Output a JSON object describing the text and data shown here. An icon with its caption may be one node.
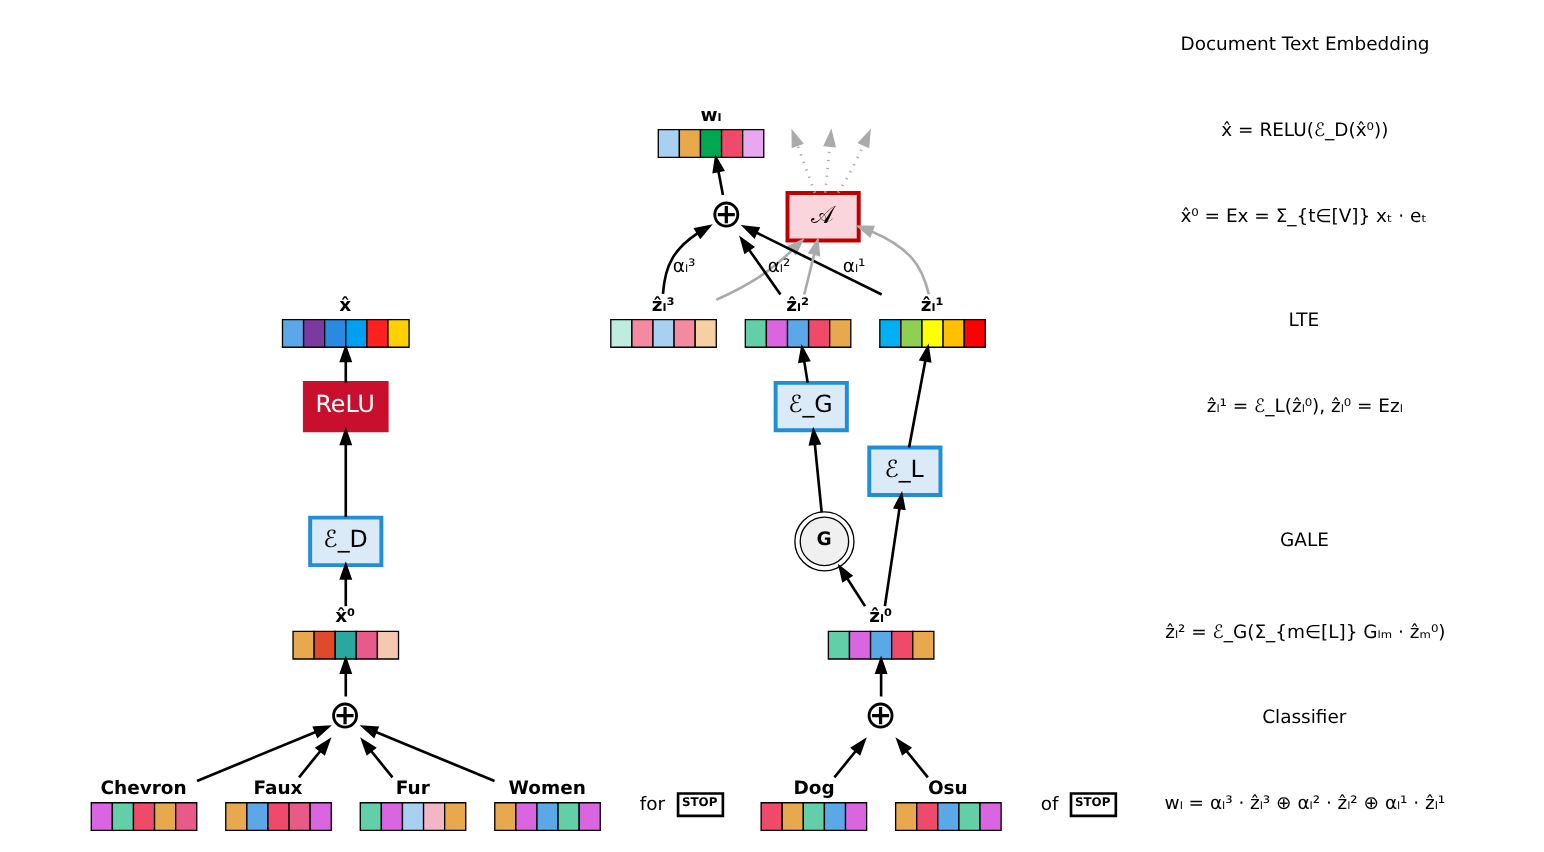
{
  "diagram": {
    "nodes": [
      {
        "text": [
          "Chevron"
        ]
      },
      {
        "text": [
          "Faux"
        ]
      },
      {
        "text": [
          "Fur"
        ]
      },
      {
        "text": [
          "STOP"
        ],
        "beside": [
          "for"
        ]
      },
      {
        "text": [
          "Women"
        ]
      },
      {
        "text": [
          "⊕"
        ]
      },
      {
        "text": [
          "x̂⁰"
        ]
      },
      {
        "text": [
          "ℰ_D"
        ]
      },
      {
        "text": [
          "ReLU"
        ]
      },
      {
        "text": [
          "x̂"
        ]
      },
      {
        "text": [
          "𝒜"
        ]
      },
      {
        "text": [
          "⊕"
        ]
      },
      {
        "text": [
          "wₗ"
        ]
      },
      {
        "text": [
          "ẑₗ³"
        ]
      },
      {
        "text": [
          "ẑₗ¹"
        ]
      },
      {
        "text": [
          "ẑₗ²"
        ]
      },
      {
        "text": [
          "ℰ_L"
        ]
      },
      {
        "text": [
          "ℰ_G"
        ]
      },
      {
        "text": [
          "Dog"
        ]
      },
      {
        "text": [
          "STOP"
        ],
        "beside": [
          "of"
        ]
      },
      {
        "text": [
          "Osu"
        ]
      },
      {
        "text": [
          "⊕"
        ]
      },
      {
        "text": [
          "ẑₗ⁰"
        ]
      },
      {
        "text": [
          "G"
        ]
      }
    ],
    "edges": [
      {
        "from": 0,
        "to": 5,
        "arrow": "to"
      },
      {
        "from": 1,
        "to": 5,
        "arrow": "to"
      },
      {
        "from": 2,
        "to": 5,
        "arrow": "to"
      },
      {
        "from": 4,
        "to": 5,
        "arrow": "to"
      },
      {
        "from": 5,
        "to": 6,
        "arrow": "to"
      },
      {
        "from": 6,
        "to": 7,
        "arrow": "to"
      },
      {
        "from": 7,
        "to": 8,
        "arrow": "to"
      },
      {
        "from": 8,
        "to": 9,
        "arrow": "to"
      },
      {
        "from": 18,
        "to": 21,
        "arrow": "to"
      },
      {
        "from": 20,
        "to": 21,
        "arrow": "to"
      },
      {
        "from": 21,
        "to": 22,
        "arrow": "to"
      },
      {
        "from": 22,
        "to": 16,
        "arrow": "to"
      },
      {
        "from": 22,
        "to": 23,
        "arrow": "to"
      },
      {
        "from": 23,
        "to": 17,
        "arrow": "to"
      },
      {
        "from": 16,
        "to": 14,
        "arrow": "to"
      },
      {
        "from": 17,
        "to": 15,
        "arrow": "to"
      },
      {
        "from": 13,
        "to": 11,
        "arrow": "to",
        "label": "αₗ³"
      },
      {
        "from": 14,
        "to": 11,
        "arrow": "to",
        "label": "αₗ¹"
      },
      {
        "from": 15,
        "to": 11,
        "arrow": "to",
        "label": "αₗ²"
      },
      {
        "from": 11,
        "to": 12,
        "arrow": "to"
      },
      {
        "from": 13,
        "to": 10,
        "arrow": "to",
        "color": "#aaaaaa"
      },
      {
        "from": 14,
        "to": 10,
        "arrow": "to",
        "color": "#aaaaaa"
      },
      {
        "from": 15,
        "to": 10,
        "arrow": "to",
        "color": "#aaaaaa"
      },
      {
        "from": 10,
        "to": null,
        "arrow": "to",
        "style": "dashed",
        "color": "#aaaaaa"
      },
      {
        "from": 10,
        "to": null,
        "arrow": "to",
        "style": "dashed",
        "color": "#aaaaaa"
      },
      {
        "from": 10,
        "to": null,
        "arrow": "to",
        "style": "dashed",
        "color": "#aaaaaa"
      }
    ],
    "labels": [
      "Document Text Embedding",
      "x̂ = RELU(ℰ_D(x̂⁰))",
      "x̂⁰ = Ex = Σ_{t∈[V]} xₜ · eₜ",
      "LTE",
      "ẑₗ¹ = ℰ_L(ẑₗ⁰), ẑₗ⁰ = Ezₗ",
      "GALE",
      "ẑₗ² = ℰ_G(Σ_{m∈[L]} Gₗₘ · ẑₘ⁰)",
      "Classifier",
      "wₗ = αₗ³ · ẑₗ³ ⊕ αₗ² · ẑₗ² ⊕ αₗ¹ · ẑₗ¹"
    ]
  }
}
